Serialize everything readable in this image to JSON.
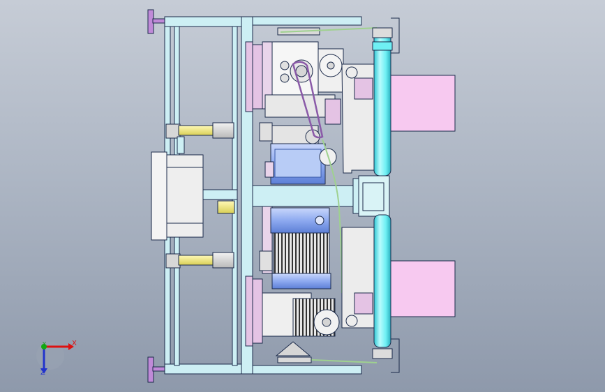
{
  "viewport": {
    "background_top": "#c6ccd6",
    "background_bottom": "#8e99ab",
    "model_colors": {
      "frame": "#cdeff4",
      "frame_edge": "#1b2a4a",
      "roller": "#6ff0f4",
      "pad": "#f7c9f0",
      "motor_blue": "#9fb9f3",
      "bracket_pink": "#e4c3e4",
      "belt": "#c59ad8",
      "yellow": "#f4f08a"
    }
  },
  "triad": {
    "x_label": "X",
    "y_label": "Y",
    "z_label": "Z",
    "x_color": "#dd1111",
    "y_color": "#11aa11",
    "z_color": "#2233cc"
  }
}
